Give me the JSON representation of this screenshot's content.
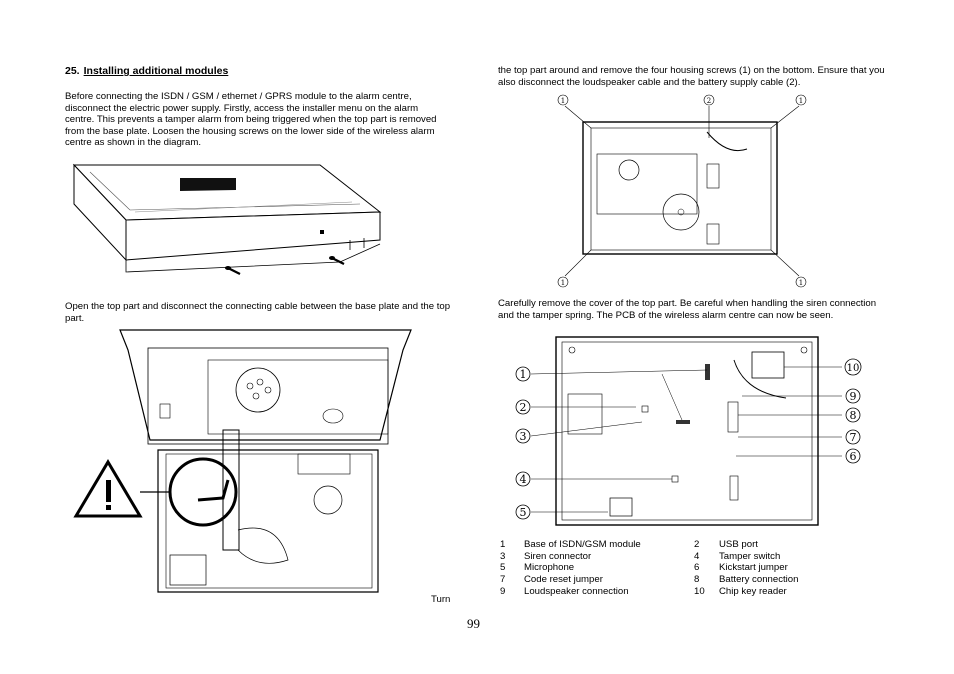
{
  "section": {
    "number": "25.",
    "title": "Installing additional modules"
  },
  "left": {
    "paragraph1": "Before connecting the ISDN / GSM / ethernet / GPRS module to the alarm centre, disconnect the electric power supply. Firstly, access the installer menu on the alarm centre. This prevents a tamper alarm from being triggered when the top part is removed from the base plate. Loosen the housing screws on the lower side of the wireless alarm centre as shown in the diagram.",
    "paragraph2": "Open the top part and disconnect the connecting cable between the base plate and the top part.",
    "turn": "Turn"
  },
  "right": {
    "paragraph1": "the top part around and remove the four housing screws (1) on the bottom. Ensure that you also disconnect the loudspeaker cable and the battery supply cable (2).",
    "paragraph2": "Carefully remove the cover of the top part. Be careful when handling the siren connection and the tamper spring. The PCB of the wireless alarm centre can now be seen.",
    "diagram1_markers": [
      "1",
      "2",
      "1",
      "1",
      "1"
    ],
    "diagram2_callouts": [
      "1",
      "2",
      "3",
      "4",
      "5",
      "10",
      "9",
      "8",
      "7",
      "6"
    ]
  },
  "legend": [
    {
      "n1": "1",
      "l1": "Base of ISDN/GSM module",
      "n2": "2",
      "l2": "USB port"
    },
    {
      "n1": "3",
      "l1": "Siren connector",
      "n2": "4",
      "l2": "Tamper switch"
    },
    {
      "n1": "5",
      "l1": "Microphone",
      "n2": "6",
      "l2": "Kickstart jumper"
    },
    {
      "n1": "7",
      "l1": "Code reset jumper",
      "n2": "8",
      "l2": "Battery connection"
    },
    {
      "n1": "9",
      "l1": "Loudspeaker connection",
      "n2": "10",
      "l2": "Chip key reader"
    }
  ],
  "page_number": "99"
}
